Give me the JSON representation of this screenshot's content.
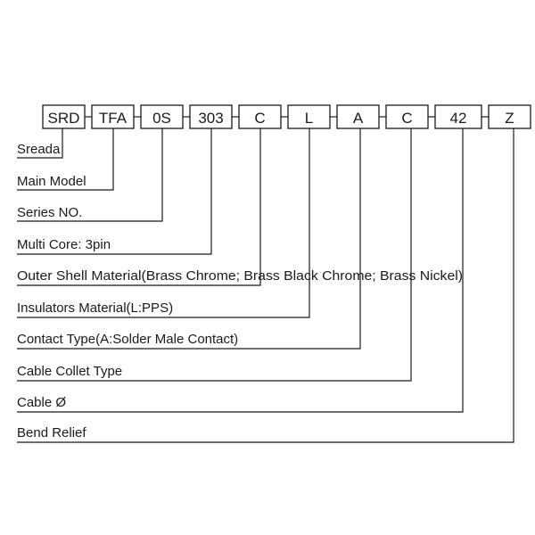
{
  "codes": [
    "SRD",
    "TFA",
    "0S",
    "303",
    "C",
    "L",
    "A",
    "C",
    "42",
    "Z"
  ],
  "labels": [
    "Sreada",
    "Main Model",
    "Series NO.",
    "Multi Core: 3pin",
    "Outer Shell Material(Brass Chrome; Brass Black Chrome; Brass Nickel)",
    "Insulators Material(L:PPS)",
    "Contact Type(A:Solder Male Contact)",
    "Cable Collet Type",
    "Cable Ø",
    "Bend Relief"
  ]
}
